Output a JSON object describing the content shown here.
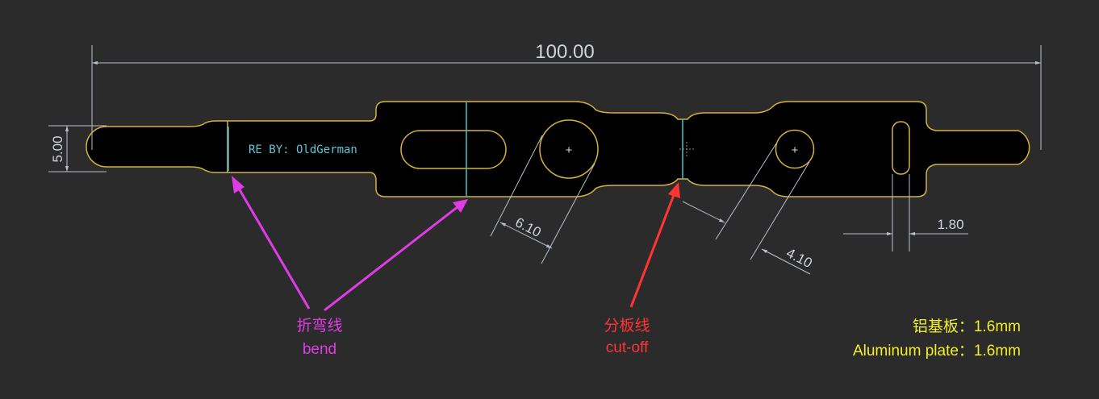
{
  "colors": {
    "background": "#2b2b2b",
    "board_fill": "#000000",
    "board_outline": "#d8b23a",
    "dimension": "#b9c0cc",
    "bend_line": "#45c3cc",
    "silkscreen": "#5fc7d6",
    "bend_annotation": "#e03ce6",
    "cutoff_annotation": "#ff3535",
    "material_note": "#f2ef2a"
  },
  "dimensions": {
    "overall_length": "100.00",
    "width": "5.00",
    "large_hole_diameter": "6.10",
    "small_hole_diameter": "4.10",
    "slot_width": "1.80"
  },
  "silkscreen": {
    "credit": "RE BY: OldGerman"
  },
  "annotations": {
    "bend_cn": "折弯线",
    "bend_en": "bend",
    "cutoff_cn": "分板线",
    "cutoff_en": "cut-off"
  },
  "material": {
    "line_cn": "铝基板：1.6mm",
    "line_en": "Aluminum plate：1.6mm"
  }
}
